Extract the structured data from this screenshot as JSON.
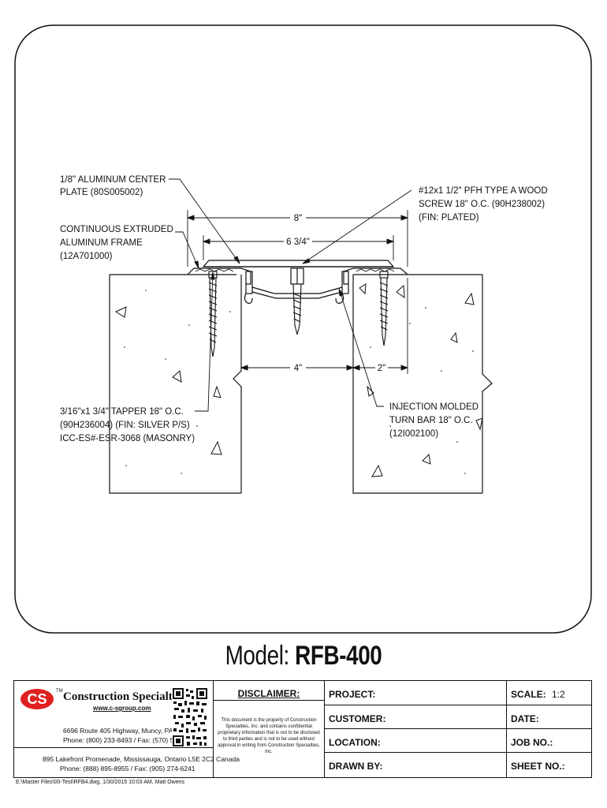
{
  "labels": {
    "center_plate": [
      "1/8\" ALUMINUM CENTER",
      "PLATE (80S005002)"
    ],
    "frame": [
      "CONTINUOUS EXTRUDED",
      "ALUMINUM FRAME",
      "(12A701000)"
    ],
    "wood_screw": [
      "#12x1 1/2\" PFH TYPE A WOOD",
      "SCREW 18\" O.C. (90H238002)",
      "(FIN: PLATED)"
    ],
    "tapper": [
      "3/16\"x1 3/4\" TAPPER 18\" O.C.",
      "(90H236004) (FIN: SILVER P/S)",
      "ICC-ES#-ESR-3068 (MASONRY)"
    ],
    "turn_bar": [
      "INJECTION MOLDED",
      "TURN BAR 18\" O.C.",
      "(12I002100)"
    ]
  },
  "dimensions": {
    "overall": "8\"",
    "plate": "6 3/4\"",
    "gap": "4\"",
    "edge": "2\""
  },
  "model": {
    "prefix": "Model:",
    "name": "RFB-400"
  },
  "title_block": {
    "logo_text": "CS",
    "trademark": "TM",
    "company": "Construction Specialties",
    "website": "www.c-sgroup.com",
    "address1_line1": "6696 Route 405 Highway, Muncy, PA  17756",
    "address1_line2": "Phone: (800) 233-8493 / Fax: (570) 546-5022",
    "address2_line1": "895 Lakefront Promenade, Mississauga, Ontario L5E 2C2 Canada",
    "address2_line2": "Phone: (888) 895-8955 / Fax: (905) 274-6241",
    "disclaimer_title": "DISCLAIMER:",
    "disclaimer_text": "This document is the property of Construction Specialties, Inc. and contains confidential proprietary information that is not to be disclosed to third parties and is not to be used without approval in writing from Construction Specialties, Inc.",
    "project_label": "PROJECT:",
    "customer_label": "CUSTOMER:",
    "location_label": "LOCATION:",
    "drawn_by_label": "DRAWN BY:",
    "scale_label": "SCALE:",
    "scale_value": "1:2",
    "date_label": "DATE:",
    "job_no_label": "JOB NO.:",
    "sheet_no_label": "SHEET NO.:"
  },
  "footer": {
    "file_path": "E:\\Master Files\\00-Test\\RFB4.dwg, 1/30/2015 10:03 AM, Matt Owens"
  }
}
